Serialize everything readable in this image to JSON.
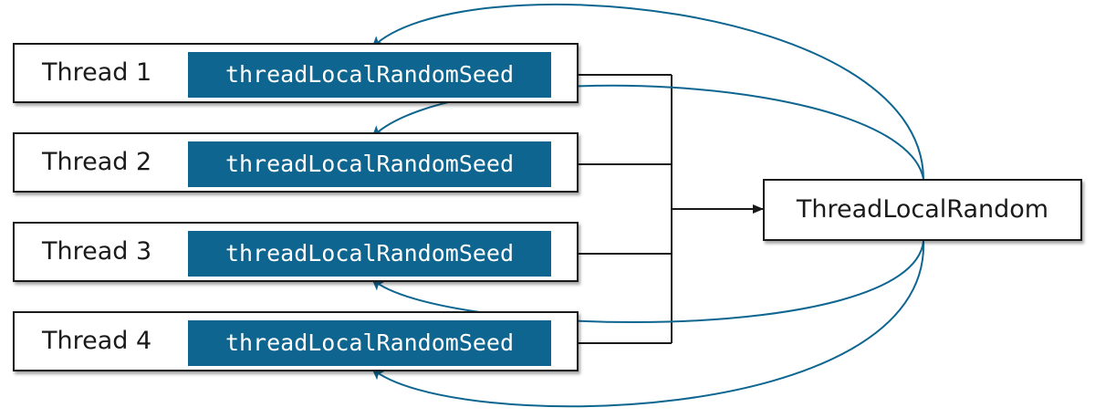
{
  "threads": [
    {
      "label": "Thread 1",
      "seed": "threadLocalRandomSeed"
    },
    {
      "label": "Thread 2",
      "seed": "threadLocalRandomSeed"
    },
    {
      "label": "Thread 3",
      "seed": "threadLocalRandomSeed"
    },
    {
      "label": "Thread 4",
      "seed": "threadLocalRandomSeed"
    }
  ],
  "central": {
    "label": "ThreadLocalRandom"
  },
  "colors": {
    "seed_fill": "#0e6690",
    "feedback_arrow": "#0e6690",
    "line": "#1a1a1a"
  }
}
